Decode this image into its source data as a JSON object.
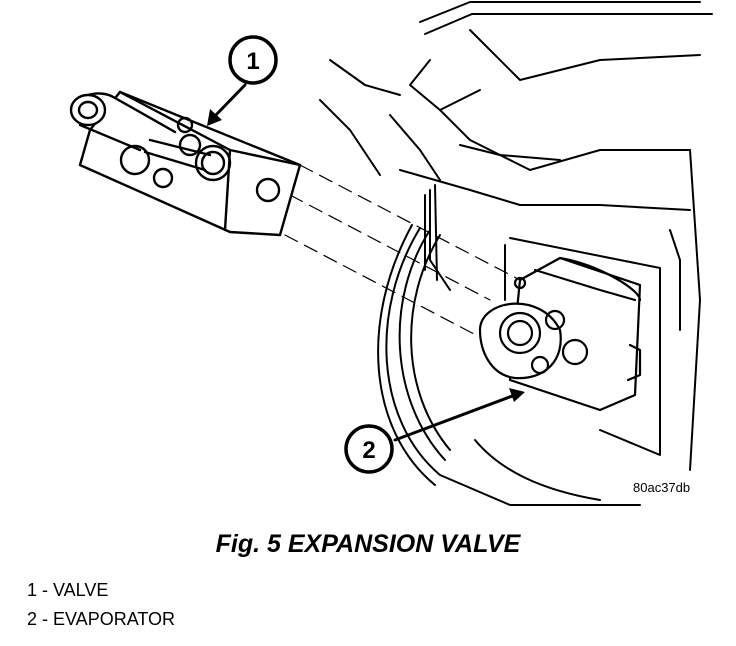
{
  "figure": {
    "callouts": [
      {
        "number": "1"
      },
      {
        "number": "2"
      }
    ],
    "image_code": "80ac37db",
    "caption": "Fig. 5 EXPANSION VALVE",
    "legend": [
      {
        "text": "1 - VALVE"
      },
      {
        "text": "2 - EVAPORATOR"
      }
    ]
  },
  "colors": {
    "ink": "#000000",
    "paper": "#ffffff"
  }
}
